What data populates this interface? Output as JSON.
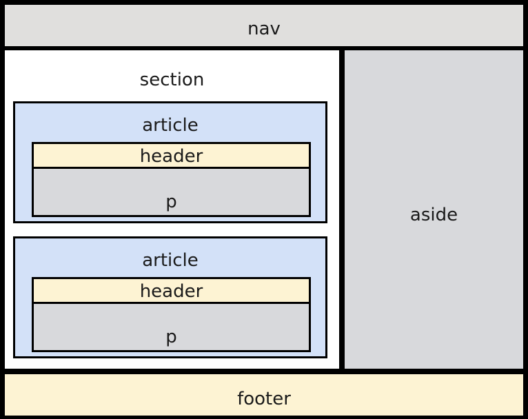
{
  "nav": {
    "label": "nav"
  },
  "section": {
    "label": "section",
    "articles": [
      {
        "label": "article",
        "header": "header",
        "p": "p"
      },
      {
        "label": "article",
        "header": "header",
        "p": "p"
      }
    ]
  },
  "aside": {
    "label": "aside"
  },
  "footer": {
    "label": "footer"
  },
  "colors": {
    "border": "#000000",
    "nav": "#e0dfdd",
    "section": "#ffffff",
    "article": "#d3e1f8",
    "header": "#fdf3d3",
    "p": "#d8d9dc",
    "aside": "#d8d9dc",
    "footer": "#fdf3d3"
  }
}
